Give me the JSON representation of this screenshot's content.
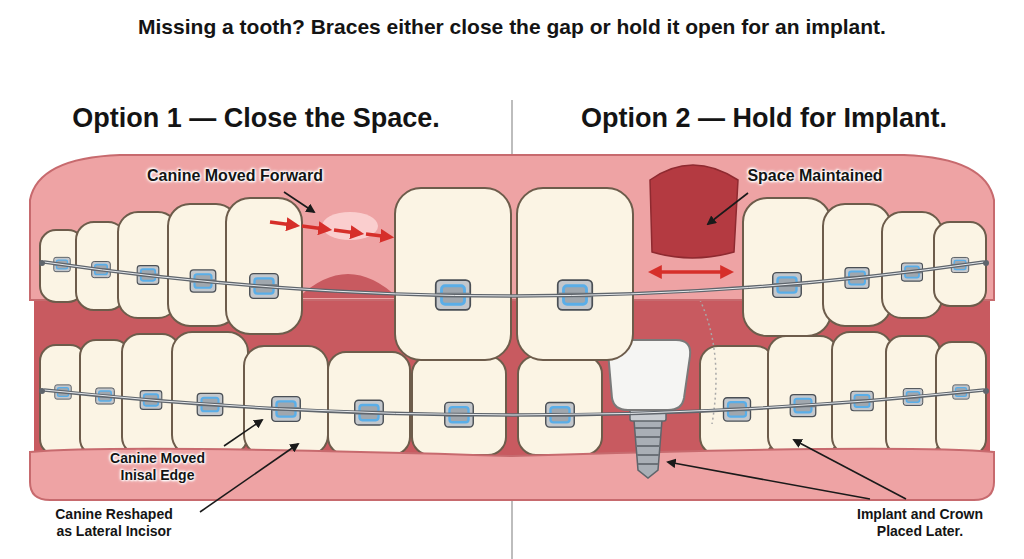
{
  "diagram": {
    "title": "Missing a tooth? Braces either close the gap or hold it open for an implant.",
    "labels": [
      "Option 1 — Close the Space.",
      "Option 2 — Hold for Implant.",
      "Canine Moved Forward",
      "Space Maintained",
      "Canine Moved Inisal Edge",
      "Canine Reshaped as Lateral Incisor",
      "Implant and Crown Placed Later."
    ]
  }
}
